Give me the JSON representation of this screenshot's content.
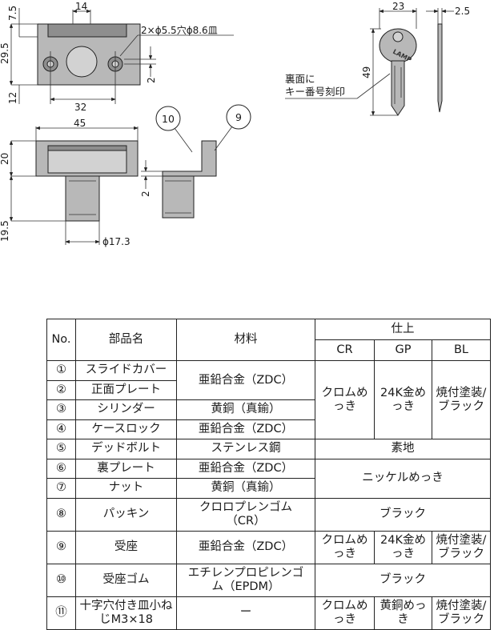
{
  "dimensions": {
    "front": {
      "width_top": "14",
      "h_total": "29.5",
      "h_top": "7.5",
      "h_bottom": "12",
      "hole_pitch": "32",
      "right_offset": "2"
    },
    "hole_note": "2×ϕ5.5穴ϕ8.6皿",
    "side": {
      "width": "45",
      "height": "20",
      "protrusion": "19.5",
      "diameter": "ϕ17.3"
    },
    "strike": {
      "offset": "2"
    },
    "key": {
      "width": "23",
      "thickness": "2.5",
      "length": "49"
    },
    "key_note_line1": "裏面に",
    "key_note_line2": "キー番号刻印",
    "key_brand": "LAMP",
    "callouts": [
      "10",
      "9"
    ]
  },
  "table": {
    "headers": {
      "no": "No.",
      "name": "部品名",
      "material": "材料",
      "finish": "仕上",
      "cr": "CR",
      "gp": "GP",
      "bl": "BL"
    },
    "rows": [
      {
        "no": "①",
        "name": "スライドカバー",
        "material": "亜鉛合金（ZDC）"
      },
      {
        "no": "②",
        "name": "正面プレート"
      },
      {
        "no": "③",
        "name": "シリンダー",
        "material": "黄銅（真鍮）"
      },
      {
        "no": "④",
        "name": "ケースロック",
        "material": "亜鉛合金（ZDC）"
      },
      {
        "no": "⑤",
        "name": "デッドボルト",
        "material": "ステンレス鋼",
        "finish": "素地"
      },
      {
        "no": "⑥",
        "name": "裏プレート",
        "material": "亜鉛合金（ZDC）"
      },
      {
        "no": "⑦",
        "name": "ナット",
        "material": "黄銅（真鍮）"
      },
      {
        "no": "⑧",
        "name": "パッキン",
        "material": "クロロプレンゴム（CR）",
        "finish": "ブラック"
      },
      {
        "no": "⑨",
        "name": "受座",
        "material": "亜鉛合金（ZDC）",
        "cr": "クロムめっき",
        "gp": "24K金めっき",
        "bl": "焼付塗装/ブラック"
      },
      {
        "no": "⑩",
        "name": "受座ゴム",
        "material": "エチレンプロピレンゴム（EPDM）",
        "finish": "ブラック"
      },
      {
        "no": "⑪",
        "name": "十字穴付き皿小ねじM3×18",
        "material": "ー",
        "cr": "クロムめっき",
        "gp": "黄銅めっき",
        "bl": "焼付塗装/ブラック"
      }
    ],
    "group_1_4": {
      "cr": "クロムめっき",
      "gp": "24K金めっき",
      "bl": "焼付塗装/ブラック"
    },
    "group_6_7": {
      "finish": "ニッケルめっき"
    }
  }
}
